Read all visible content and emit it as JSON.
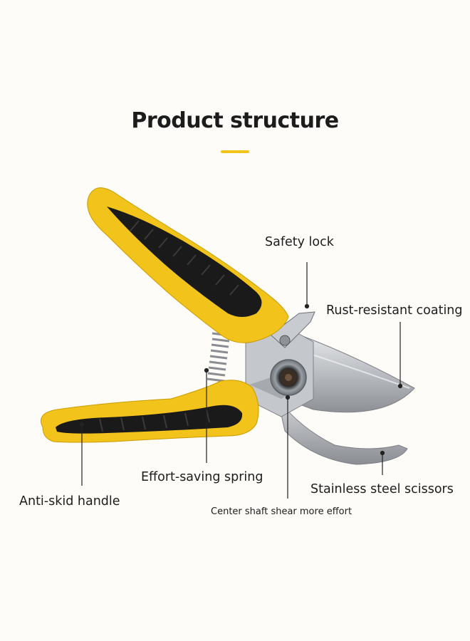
{
  "title": "Product structure",
  "accent_color": "#f2c31a",
  "labels": {
    "safety_lock": "Safety lock",
    "rust_resistant": "Rust-resistant coating",
    "effort_spring": "Effort-saving spring",
    "anti_skid": "Anti-skid handle",
    "stainless": "Stainless steel scissors",
    "center_shaft": "Center shaft shear more effort"
  },
  "product": {
    "handle_colors": [
      "#f2c31a",
      "#1a1a1a"
    ],
    "blade_color": "#b9bcc0"
  }
}
